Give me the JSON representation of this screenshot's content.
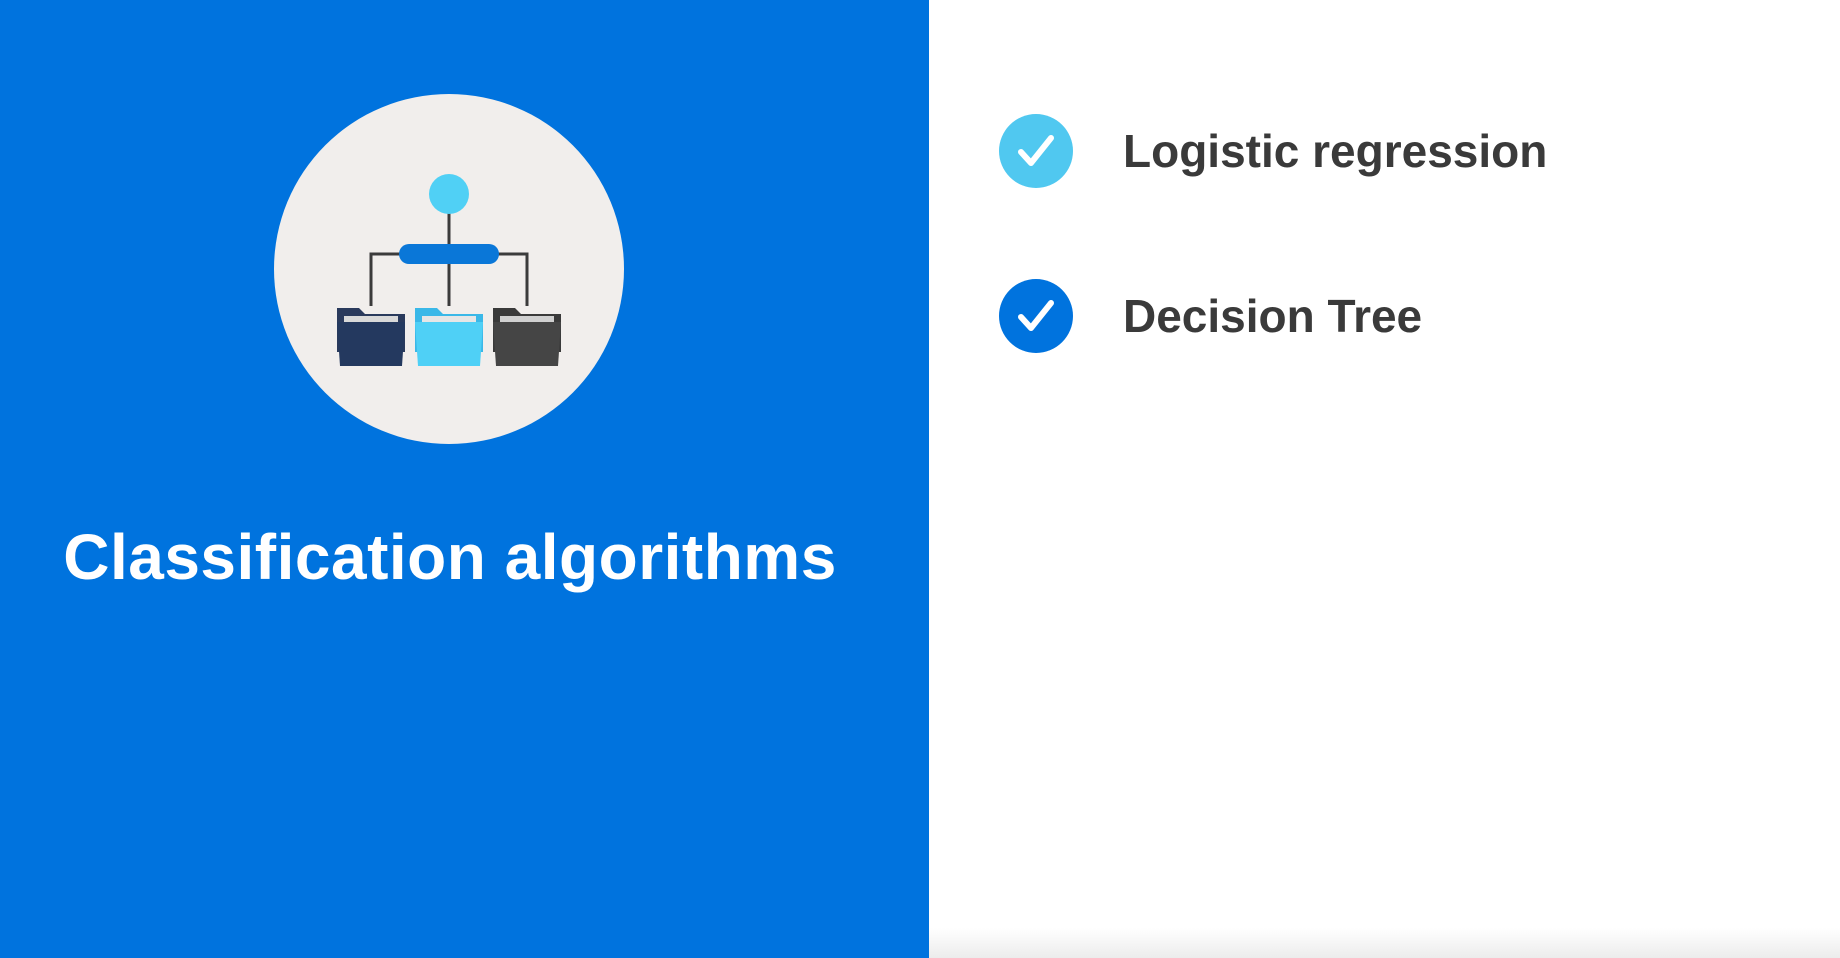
{
  "slide": {
    "title": "Classification algorithms",
    "left_background": "#0073de",
    "right_background": "#ffffff",
    "hero_icon": "hierarchy-folders-icon"
  },
  "items": [
    {
      "label": "Logistic regression",
      "icon": "check-icon",
      "badge_color": "#50c8f0"
    },
    {
      "label": "Decision Tree",
      "icon": "check-icon",
      "badge_color": "#0073de"
    }
  ]
}
